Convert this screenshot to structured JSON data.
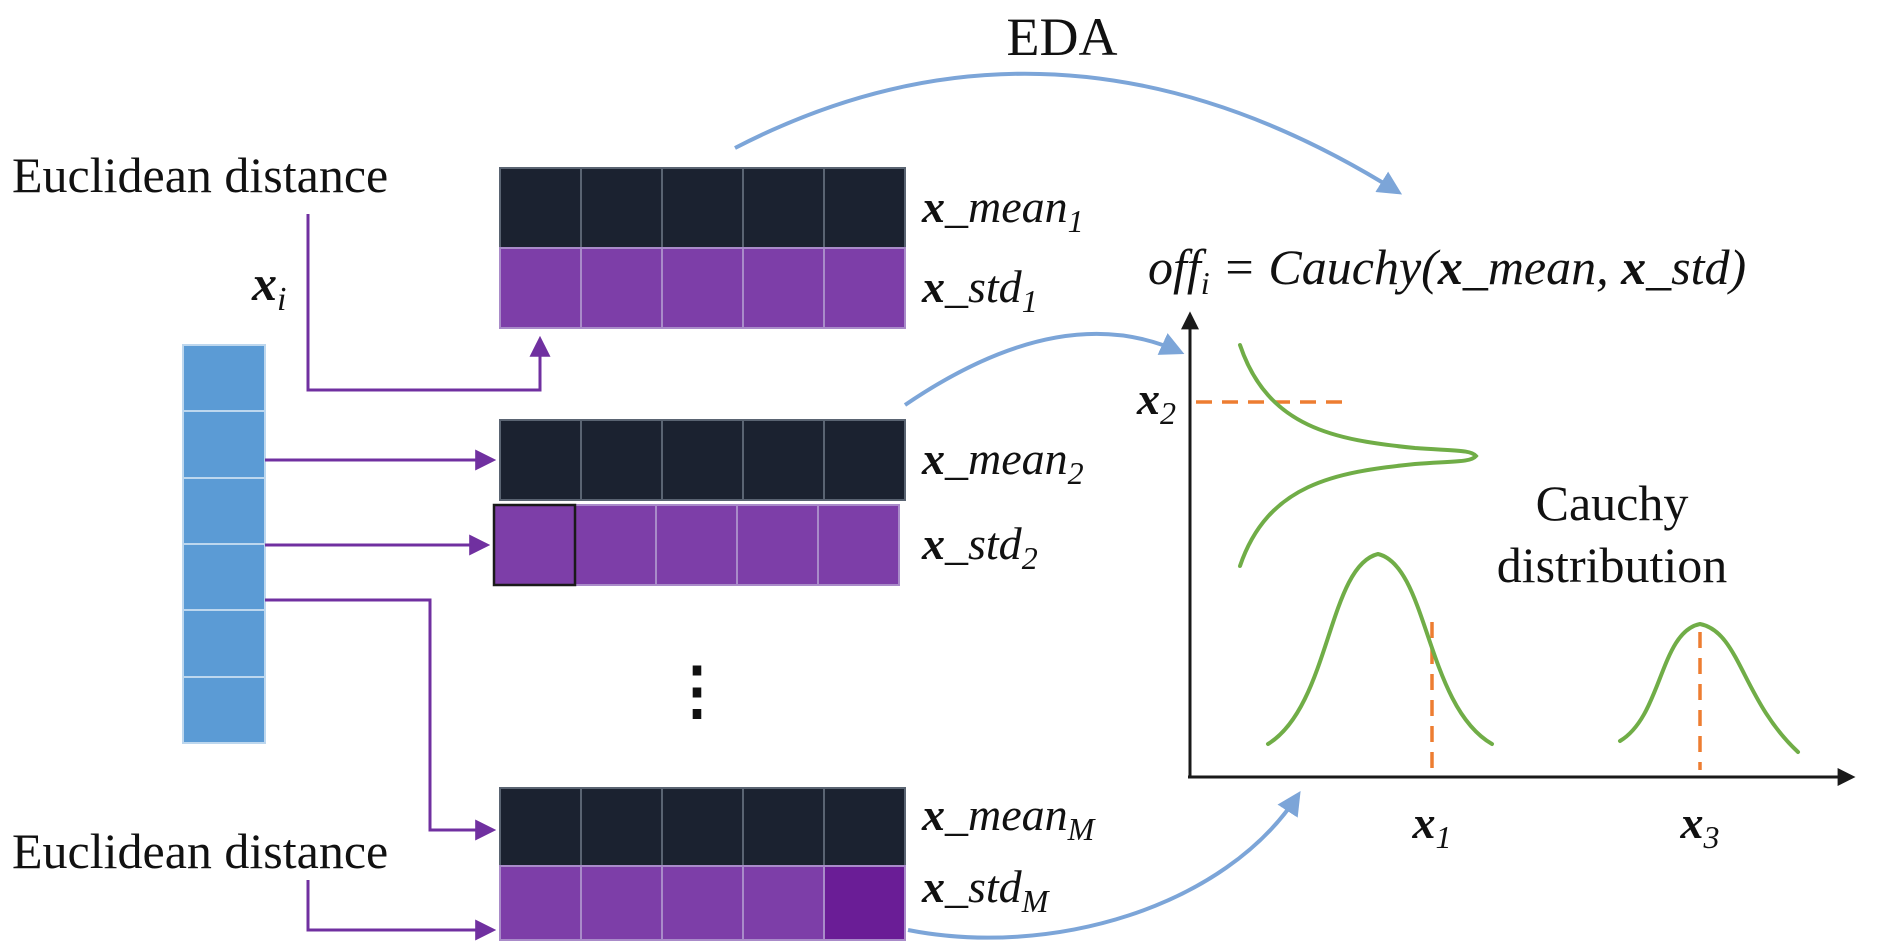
{
  "diagram": {
    "labels": {
      "euclidean_top": "Euclidean distance",
      "euclidean_bottom": "Euclidean distance",
      "eda": "EDA",
      "dots": "⋮",
      "xi_base": "x",
      "xi_sub": "i"
    },
    "rows": [
      {
        "x": "x",
        "mean": "_mean",
        "mean_sub": "1",
        "std": "_std",
        "std_sub": "1"
      },
      {
        "x": "x",
        "mean": "_mean",
        "mean_sub": "2",
        "std": "_std",
        "std_sub": "2"
      },
      {
        "x": "x",
        "mean": "_mean",
        "mean_sub": "M",
        "std": "_std",
        "std_sub": "M"
      }
    ],
    "formula": {
      "off": "off",
      "off_sub": "i",
      "mid": " = Cauchy(",
      "x1": "x",
      "mean": "_mean",
      "comma": ", ",
      "x2": "x",
      "std": "_std",
      "close": ")"
    },
    "plot": {
      "title1": "Cauchy",
      "title2": "distribution",
      "x1_base": "x",
      "x1_sub": "1",
      "x2_base": "x",
      "x2_sub": "2",
      "x3_base": "x",
      "x3_sub": "3"
    },
    "colors": {
      "blue_cell": "#5B9BD5",
      "blue_cell_border": "#BDD7EE",
      "dark_cell": "#1B2230",
      "dark_cell_border": "#5A6472",
      "purple_cell": "#7D3EA8",
      "purple_cell_dark": "#6A1D96",
      "purple_cell_border": "#A98BC9",
      "connector_purple": "#7030A0",
      "arrow_blue": "#7CA5D8",
      "curve_green": "#70AD47",
      "dash_orange": "#ED7D31",
      "axis_black": "#1A1A1A"
    }
  }
}
